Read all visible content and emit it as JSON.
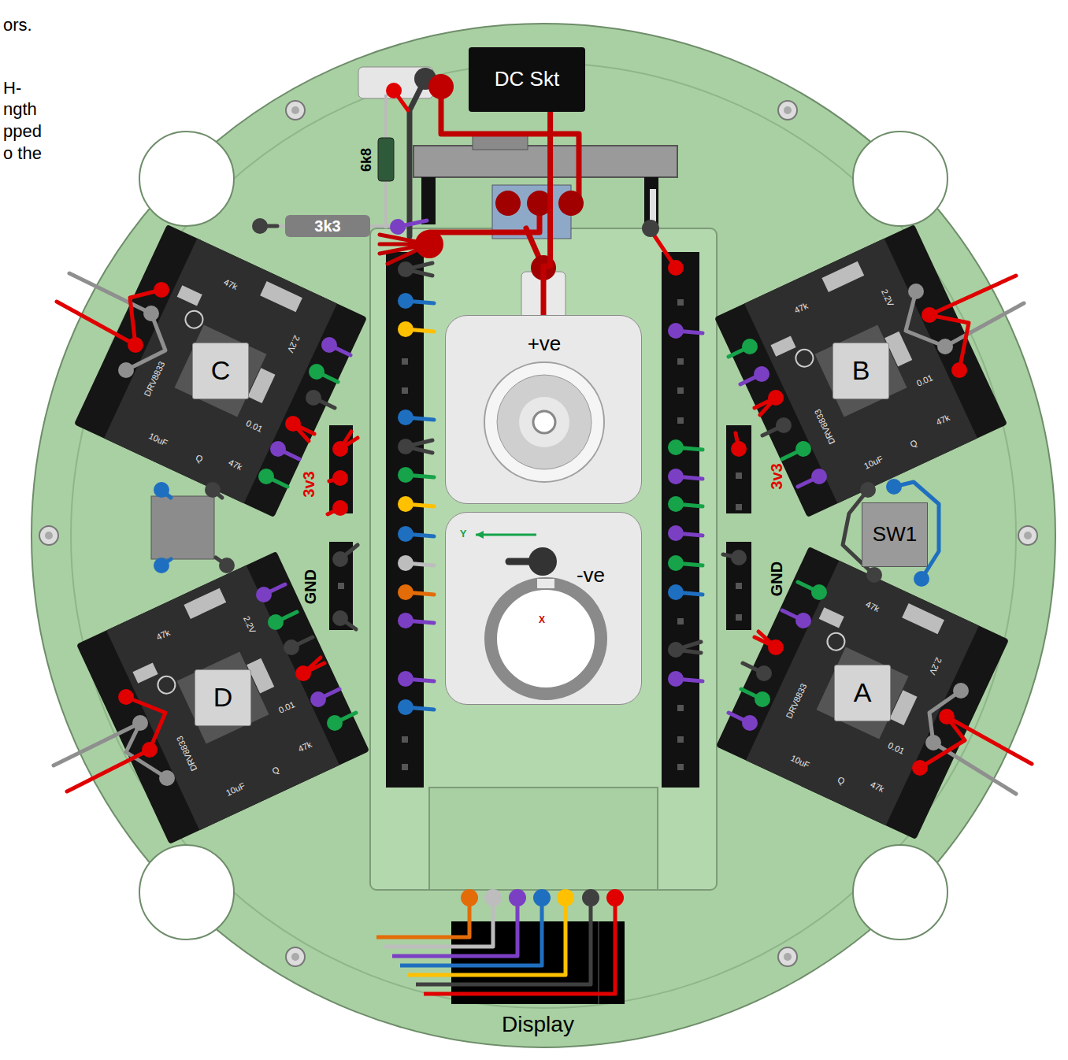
{
  "diagram": {
    "nodes": [
      {
        "text": [
          "DC Skt"
        ]
      },
      {
        "text": [
          "3k3"
        ]
      },
      {
        "text": [
          "+ve"
        ]
      },
      {
        "text": [
          "C"
        ]
      },
      {
        "text": [
          "B"
        ]
      },
      {
        "text": [
          "SW1"
        ]
      },
      {
        "text": [
          "-ve"
        ]
      },
      {
        "text": [
          "D"
        ]
      },
      {
        "text": [
          "A"
        ]
      },
      {
        "text": [
          "Display"
        ]
      }
    ],
    "edges": [
      {
        "from": 0,
        "to": 2,
        "arrow": "none"
      }
    ],
    "labels": [
      "ors.",
      "H-",
      "ngth",
      "pped",
      "o the",
      "6k8",
      "47k",
      "2.2V",
      "DRV8833",
      "0.01",
      "10uF",
      "Q",
      "47k",
      "3v3",
      "GND",
      "47k",
      "2.2V",
      "DRV8833",
      "0.01",
      "10uF",
      "Q",
      "47k",
      "3v3",
      "GND",
      "47k",
      "2.2V",
      "DRV8833",
      "0.01",
      "10uF",
      "Q",
      "47k",
      "47k",
      "2.2V",
      "DRV8833",
      "0.01",
      "10uF",
      "Q",
      "47k",
      "Y",
      "X"
    ]
  }
}
